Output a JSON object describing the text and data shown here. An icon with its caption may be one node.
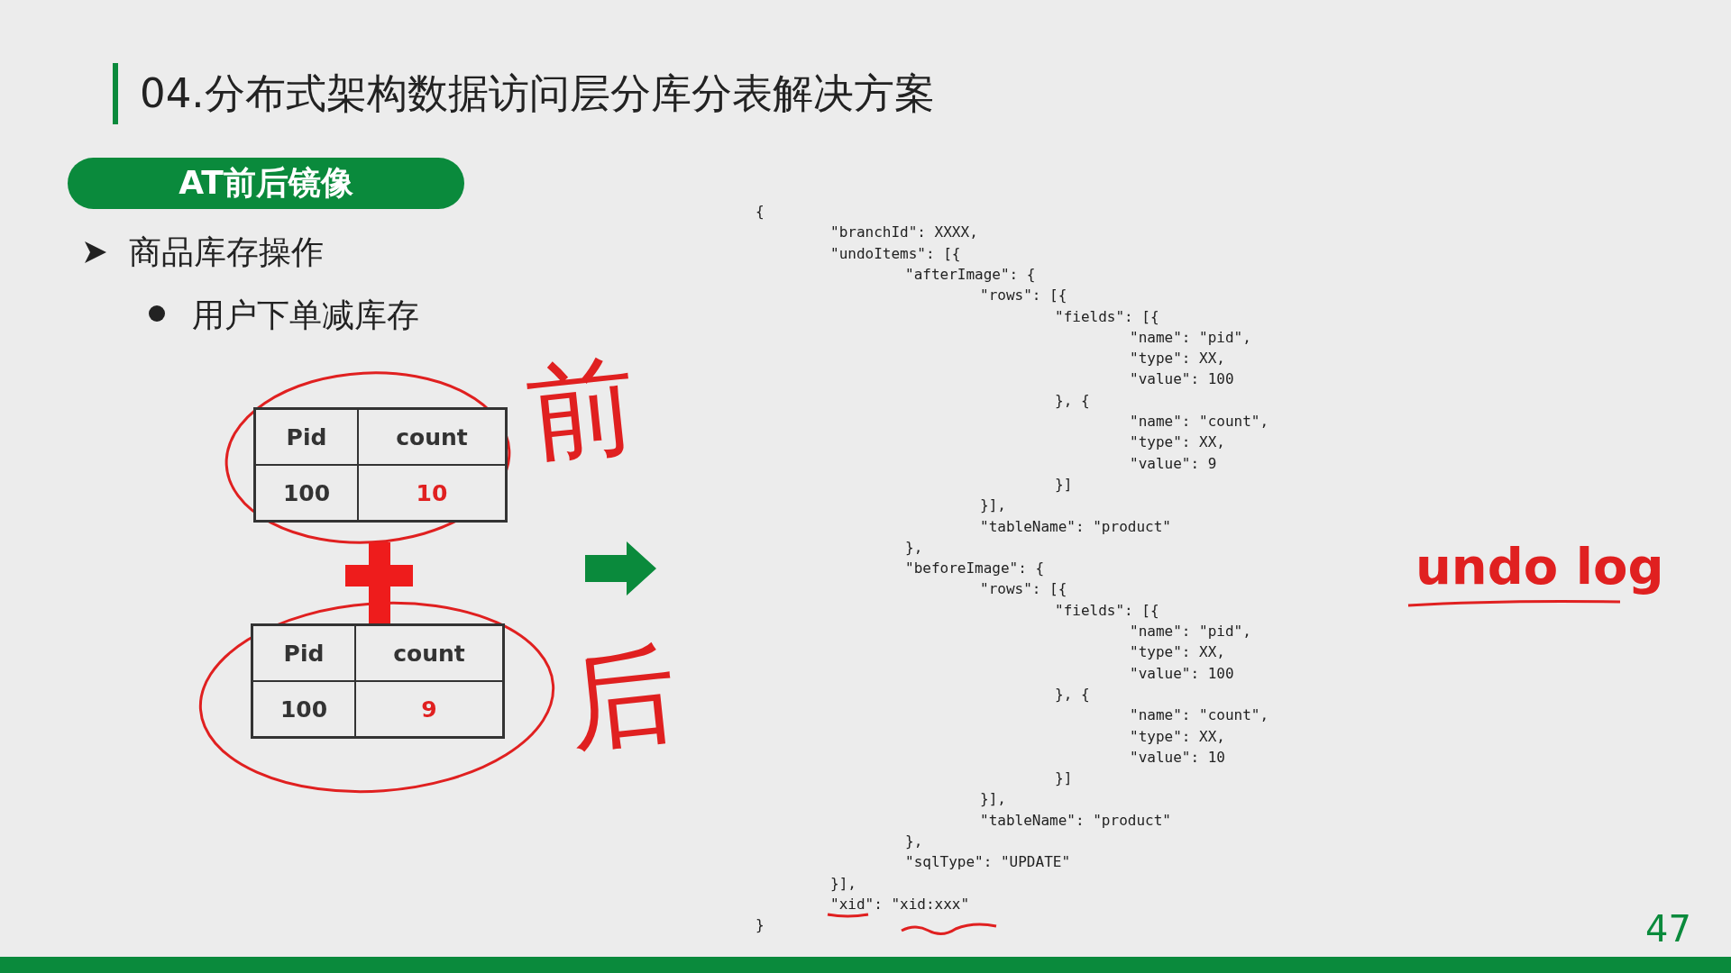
{
  "diagram": {
    "title": "04.分布式架构数据访问层分库分表解决方案",
    "nodes": [
      {
        "text": [
          "AT前后镜像"
        ]
      }
    ],
    "labels": [
      "商品库存操作",
      "用户下单减库存",
      "Pid",
      "count",
      "100",
      "10",
      "前",
      "Pid",
      "count",
      "100",
      "9",
      "后",
      "{",
      "\"branchId\": XXXX,",
      "\"undoItems\": [{",
      "\"afterImage\": {",
      "\"rows\": [{",
      "\"fields\": [{",
      "\"name\": \"pid\",",
      "\"type\": XX,",
      "\"value\": 100",
      "}, {",
      "\"name\": \"count\",",
      "\"type\": XX,",
      "\"value\": 9",
      "}]",
      "}],",
      "\"tableName\": \"product\"",
      "},",
      "\"beforeImage\": {",
      "\"rows\": [{",
      "\"fields\": [{",
      "\"name\": \"pid\",",
      "\"type\": XX,",
      "\"value\": 100",
      "}, {",
      "\"name\": \"count\",",
      "\"type\": XX,",
      "\"value\": 10",
      "}]",
      "}],",
      "\"tableName\": \"product\"",
      "},",
      "\"sqlType\": \"UPDATE\"",
      "}],",
      "\"xid\": \"xid:xxx\"",
      "}",
      "undo log",
      "47"
    ]
  }
}
